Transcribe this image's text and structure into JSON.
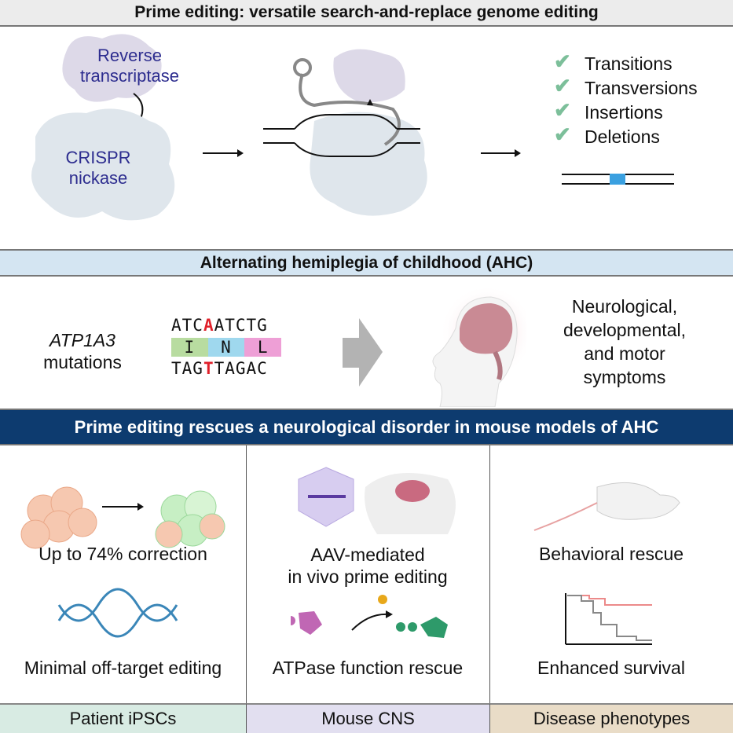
{
  "title": "Prime editing: versatile search-and-replace genome editing",
  "top": {
    "rt_label": "Reverse transcriptase",
    "nickase_label": "CRISPR nickase",
    "edit_types": [
      "Transitions",
      "Transversions",
      "Insertions",
      "Deletions"
    ]
  },
  "ahc": {
    "header": "Alternating hemiplegia of childhood (AHC)",
    "gene": "ATP1A3",
    "gene_suffix": "mutations",
    "seq_top_pre": "ATC",
    "seq_top_mut": "A",
    "seq_top_post": "ATCTG",
    "aa": [
      "I",
      "N",
      "L"
    ],
    "seq_bot_pre": "TAG",
    "seq_bot_mut": "T",
    "seq_bot_post": "TAGAC",
    "symptoms": [
      "Neurological,",
      "developmental,",
      "and motor",
      "symptoms"
    ]
  },
  "rescue": {
    "header": "Prime editing rescues a neurological disorder in mouse models of AHC",
    "col1": {
      "a": "Up to 74% correction",
      "b": "Minimal off-target editing",
      "footer": "Patient iPSCs"
    },
    "col2": {
      "a1": "AAV-mediated",
      "a2": "in vivo prime editing",
      "b": "ATPase function rescue",
      "footer": "Mouse CNS"
    },
    "col3": {
      "a": "Behavioral rescue",
      "b": "Enhanced survival",
      "footer": "Disease phenotypes"
    }
  },
  "colors": {
    "ahc_bar": "#d4e5f2",
    "rescue_bar": "#0d3b6f",
    "mut": "#e0202a",
    "check": "#7cbf9a"
  }
}
